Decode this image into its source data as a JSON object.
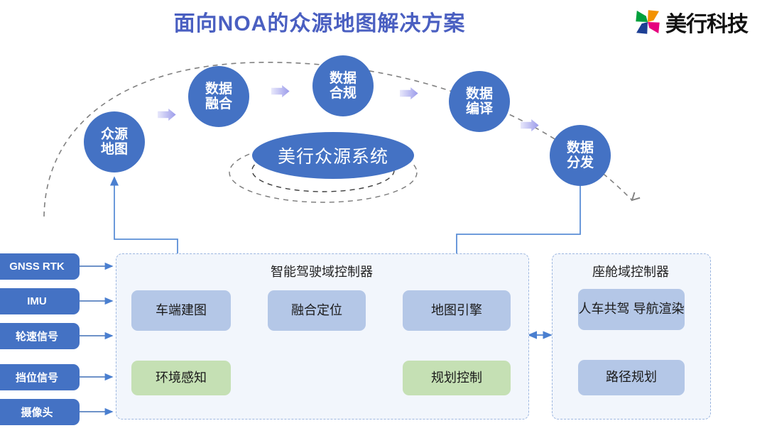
{
  "header": {
    "title": "面向NOA的众源地图解决方案",
    "title_color": "#4a5fc1",
    "logo_text": "美行科技",
    "logo_icon": "pinwheel-logo-icon",
    "logo_colors": [
      "#f39200",
      "#e6007e",
      "#1d3f94",
      "#00a03c"
    ]
  },
  "pipeline": {
    "nodes": [
      {
        "id": "crowdsource-map",
        "label_1": "众源",
        "label_2": "地图"
      },
      {
        "id": "data-fusion",
        "label_1": "数据",
        "label_2": "融合"
      },
      {
        "id": "data-compliance",
        "label_1": "数据",
        "label_2": "合规"
      },
      {
        "id": "data-compile",
        "label_1": "数据",
        "label_2": "编译"
      },
      {
        "id": "data-distribute",
        "label_1": "数据",
        "label_2": "分发"
      }
    ],
    "node_color": "#4472C4",
    "arrow_icon": "arrow-right-icon",
    "arc_style": "dashed",
    "arc_color": "#808080"
  },
  "core_system": {
    "label": "美行众源系统",
    "color": "#4472C4",
    "orbit_rings": 2,
    "orbit_style": "dashed"
  },
  "sensors": {
    "items": [
      {
        "id": "gnss-rtk",
        "label": "GNSS RTK"
      },
      {
        "id": "imu",
        "label": "IMU"
      },
      {
        "id": "wheel-speed",
        "label": "轮速信号"
      },
      {
        "id": "gear-signal",
        "label": "挡位信号"
      },
      {
        "id": "camera",
        "label": "摄像头"
      }
    ],
    "color": "#4472C4"
  },
  "adas_panel": {
    "title": "智能驾驶域控制器",
    "blocks": [
      {
        "id": "vehicle-mapping",
        "label": "车端建图",
        "variant": "blue"
      },
      {
        "id": "fusion-locating",
        "label": "融合定位",
        "variant": "blue"
      },
      {
        "id": "map-engine",
        "label": "地图引擎",
        "variant": "blue"
      },
      {
        "id": "env-perception",
        "label": "环境感知",
        "variant": "green"
      },
      {
        "id": "planning-control",
        "label": "规划控制",
        "variant": "green"
      }
    ]
  },
  "cockpit_panel": {
    "title": "座舱域控制器",
    "blocks": [
      {
        "id": "hmi-nav-render",
        "label_1": "人车共驾",
        "label_2": "导航渲染"
      },
      {
        "id": "route-planning",
        "label_1": "路径规划",
        "label_2": ""
      }
    ]
  },
  "colors": {
    "node_blue": "#4472C4",
    "block_blue": "#b4c7e7",
    "block_green": "#c5e0b4",
    "panel_fill": "#f2f6fc",
    "panel_border": "#9db7e0",
    "connector": "#5b8ed6",
    "soft_arrow": "#b6b6f0"
  }
}
